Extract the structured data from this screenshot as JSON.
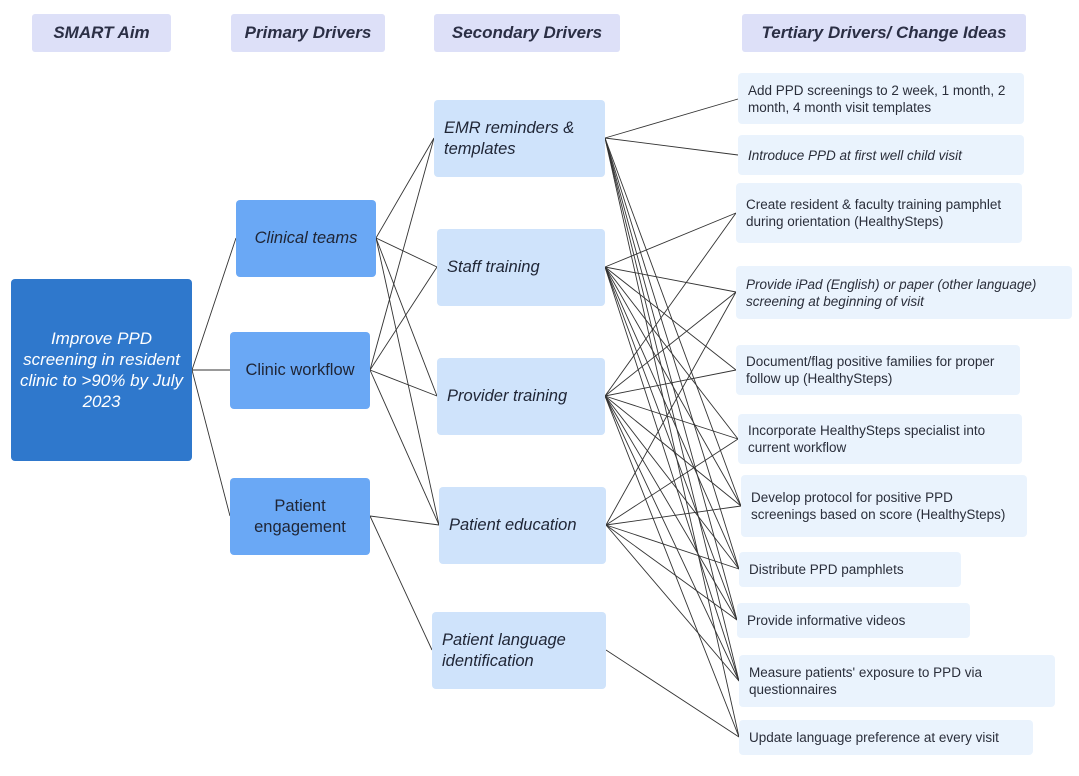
{
  "headers": {
    "aim": "SMART Aim",
    "primary": "Primary Drivers",
    "secondary": "Secondary Drivers",
    "tertiary": "Tertiary Drivers/ Change Ideas"
  },
  "aim": "Improve PPD screening in resident clinic to >90% by July 2023",
  "primary_drivers": [
    "Clinical teams",
    "Clinic workflow",
    "Patient engagement"
  ],
  "secondary_drivers": [
    "EMR reminders & templates",
    "Staff training",
    "Provider training",
    "Patient education",
    "Patient language identification"
  ],
  "tertiary_drivers": [
    "Add PPD screenings to 2 week, 1 month, 2 month, 4 month visit templates",
    "Introduce PPD at first well child visit",
    "Create resident & faculty training pamphlet during orientation (HealthySteps)",
    "Provide iPad (English) or paper (other language) screening at beginning of visit",
    "Document/flag positive families for proper follow up (HealthySteps)",
    "Incorporate HealthySteps specialist into current workflow",
    "Develop protocol for positive PPD screenings based on score (HealthySteps)",
    "Distribute PPD pamphlets",
    "Provide informative videos",
    "Measure patients' exposure to PPD via questionnaires",
    "Update language preference at every visit"
  ],
  "colors": {
    "aim_fill": "#2f78cc",
    "primary_fill": "#6aa8f5",
    "secondary_fill": "#cfe3fb",
    "tertiary_fill": "#eaf3fd",
    "header_fill": "#dde0f8",
    "connector": "#333333"
  }
}
